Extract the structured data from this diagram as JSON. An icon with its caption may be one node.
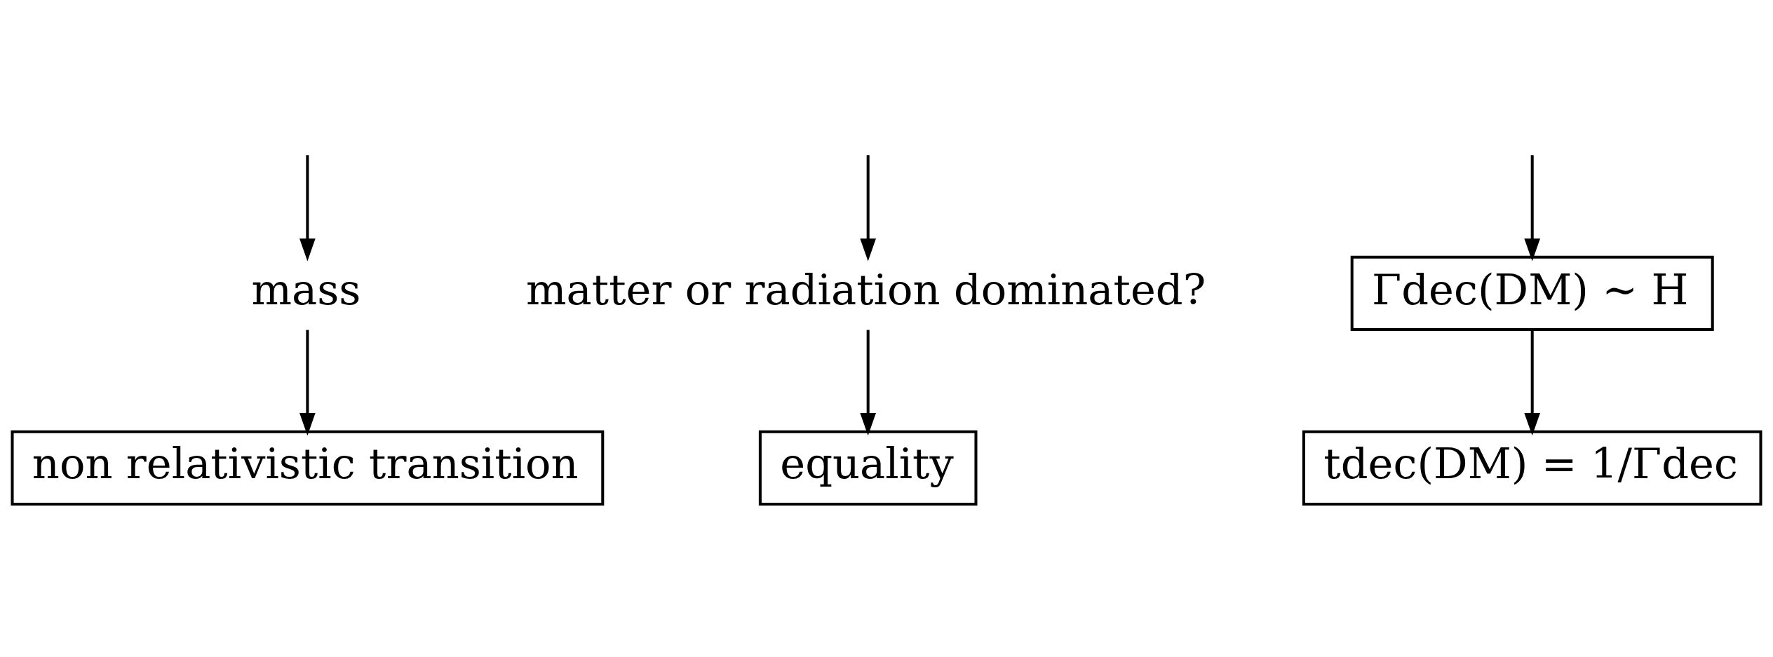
{
  "diagram": {
    "nodes": [
      {
        "text": [
          "mass"
        ]
      },
      {
        "text": [
          "matter or radiation dominated?"
        ]
      },
      {
        "text": [
          "Γdec(DM) ∼ H"
        ]
      },
      {
        "text": [
          "non relativistic transition"
        ]
      },
      {
        "text": [
          "equality"
        ]
      },
      {
        "text": [
          "tdec(DM) = 1/Γdec"
        ]
      }
    ],
    "edges": [
      {
        "from": null,
        "to": 0,
        "arrow": "to"
      },
      {
        "from": null,
        "to": 1,
        "arrow": "to"
      },
      {
        "from": null,
        "to": 2,
        "arrow": "to"
      },
      {
        "from": 0,
        "to": 3,
        "arrow": "to"
      },
      {
        "from": 1,
        "to": 4,
        "arrow": "to"
      },
      {
        "from": 2,
        "to": 5,
        "arrow": "to"
      }
    ]
  }
}
